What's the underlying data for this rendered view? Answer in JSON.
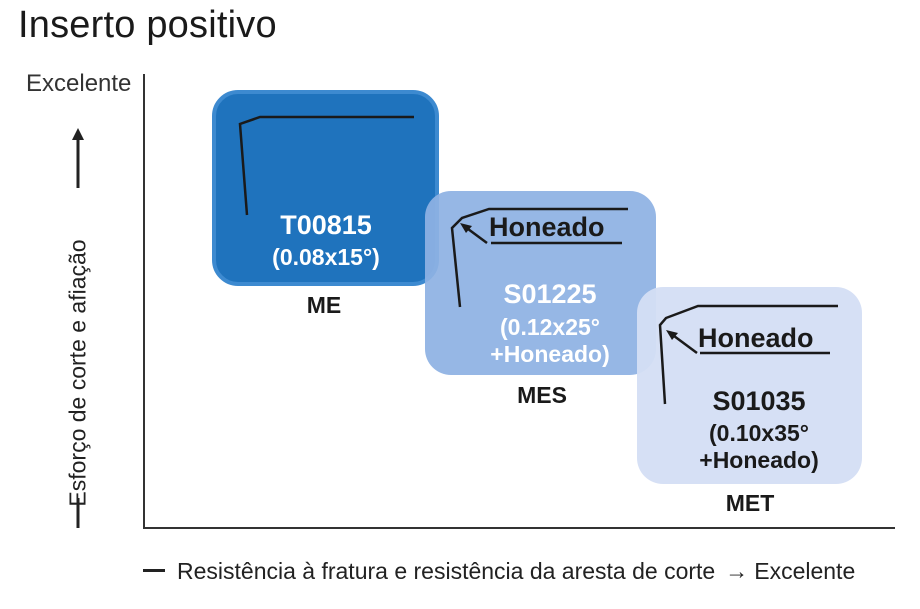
{
  "title": "Inserto positivo",
  "y_axis": {
    "excellent_label": "Excelente",
    "label": "Esforço de corte e afiação"
  },
  "x_axis": {
    "label": "Resistência à fratura e resistência da aresta de corte",
    "arrow": "→",
    "excellent_label": "Excelente"
  },
  "inserts": [
    {
      "code": "T00815",
      "spec": "(0.08x15°)",
      "name": "ME"
    },
    {
      "code": "S01225",
      "spec_line1": "(0.12x25°",
      "spec_line2": "+Honeado)",
      "name": "MES",
      "honed_label": "Honeado"
    },
    {
      "code": "S01035",
      "spec_line1": "(0.10x35°",
      "spec_line2": "+Honeado)",
      "name": "MET",
      "honed_label": "Honeado"
    }
  ],
  "colors": {
    "me_fill": "#1f73bd",
    "mes_fill": "#8eb1e3",
    "met_fill": "#d4def4",
    "axis": "#333333"
  }
}
